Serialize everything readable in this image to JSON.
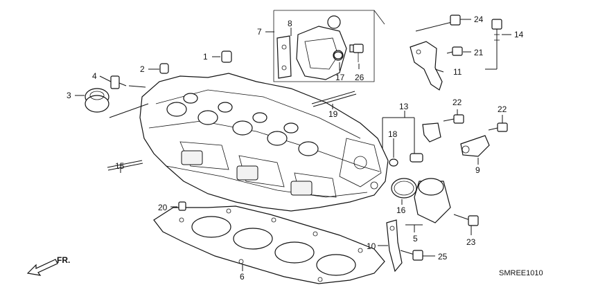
{
  "diagram_code": "SMREE1010",
  "direction_label": "FR.",
  "callouts": {
    "c1": "1",
    "c2": "2",
    "c3": "3",
    "c4": "4",
    "c5": "5",
    "c6": "6",
    "c7": "7",
    "c8": "8",
    "c9": "9",
    "c10": "10",
    "c11": "11",
    "c13": "13",
    "c14": "14",
    "c15": "15",
    "c16": "16",
    "c17": "17",
    "c18": "18",
    "c19": "19",
    "c20": "20",
    "c21": "21",
    "c22a": "22",
    "c22b": "22",
    "c23": "23",
    "c24": "24",
    "c25": "25",
    "c26": "26"
  }
}
